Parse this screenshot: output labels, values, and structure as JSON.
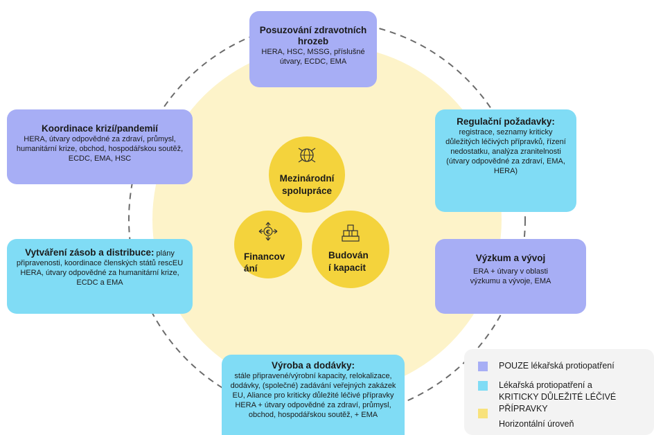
{
  "boxes": {
    "assessment": {
      "title": "Posuzování zdravotních hrozeb",
      "body": "HERA, HSC, MSSG, příslušné útvary, ECDC, EMA"
    },
    "coordination": {
      "title": "Koordinace krizí/pandemií",
      "body": "HERA, útvary odpovědné za zdraví, průmysl, humanitární krize, obchod, hospodářskou soutěž, ECDC, EMA, HSC"
    },
    "regulatory": {
      "title": "Regulační požadavky:",
      "body": "registrace, seznamy kriticky důležitých léčivých přípravků, řízení nedostatku, analýza zranitelnosti (útvary odpovědné za zdraví, EMA, HERA)"
    },
    "stockpiling": {
      "title": "Vytváření zásob a distribuce:",
      "body": "plány připravenosti, koordinace členských států rescEU HERA, útvary odpovědné za humanitární krize, ECDC a EMA"
    },
    "research": {
      "title": "Výzkum a vývoj",
      "body": "ERA + útvary v oblasti výzkumu a vývoje, EMA"
    },
    "production": {
      "title": "Výroba a dodávky:",
      "body": "stále připravené/výrobní kapacity, relokalizace, dodávky, (společné) zadávání veřejných zakázek EU, Aliance pro kriticky důležité léčivé přípravky HERA + útvary odpovědné za zdraví, průmysl, obchod, hospodářskou soutěž, + EMA"
    }
  },
  "center": {
    "cooperation": "Mezinárodní spolupráce",
    "financing": "Financování",
    "capacity": "Budování kapacit"
  },
  "legend": [
    {
      "label": "POUZE lékařská protiopatření",
      "color": "#a7aef5"
    },
    {
      "label": "Lékařská protiopatření a KRITICKY DŮLEŽITÉ LÉČIVÉ PŘÍPRAVKY",
      "color": "#80dcf5"
    },
    {
      "label": "Horizontální úroveň",
      "color": "#f8e27c"
    }
  ],
  "colors": {
    "purple": "#a7aef5",
    "cyan": "#80dcf5",
    "yellow": "#f4d33c",
    "pale_yellow": "#fdf3c9"
  },
  "icons": {
    "cooperation": "globe-network-icon",
    "financing": "euro-arrows-icon",
    "capacity": "building-blocks-icon"
  }
}
